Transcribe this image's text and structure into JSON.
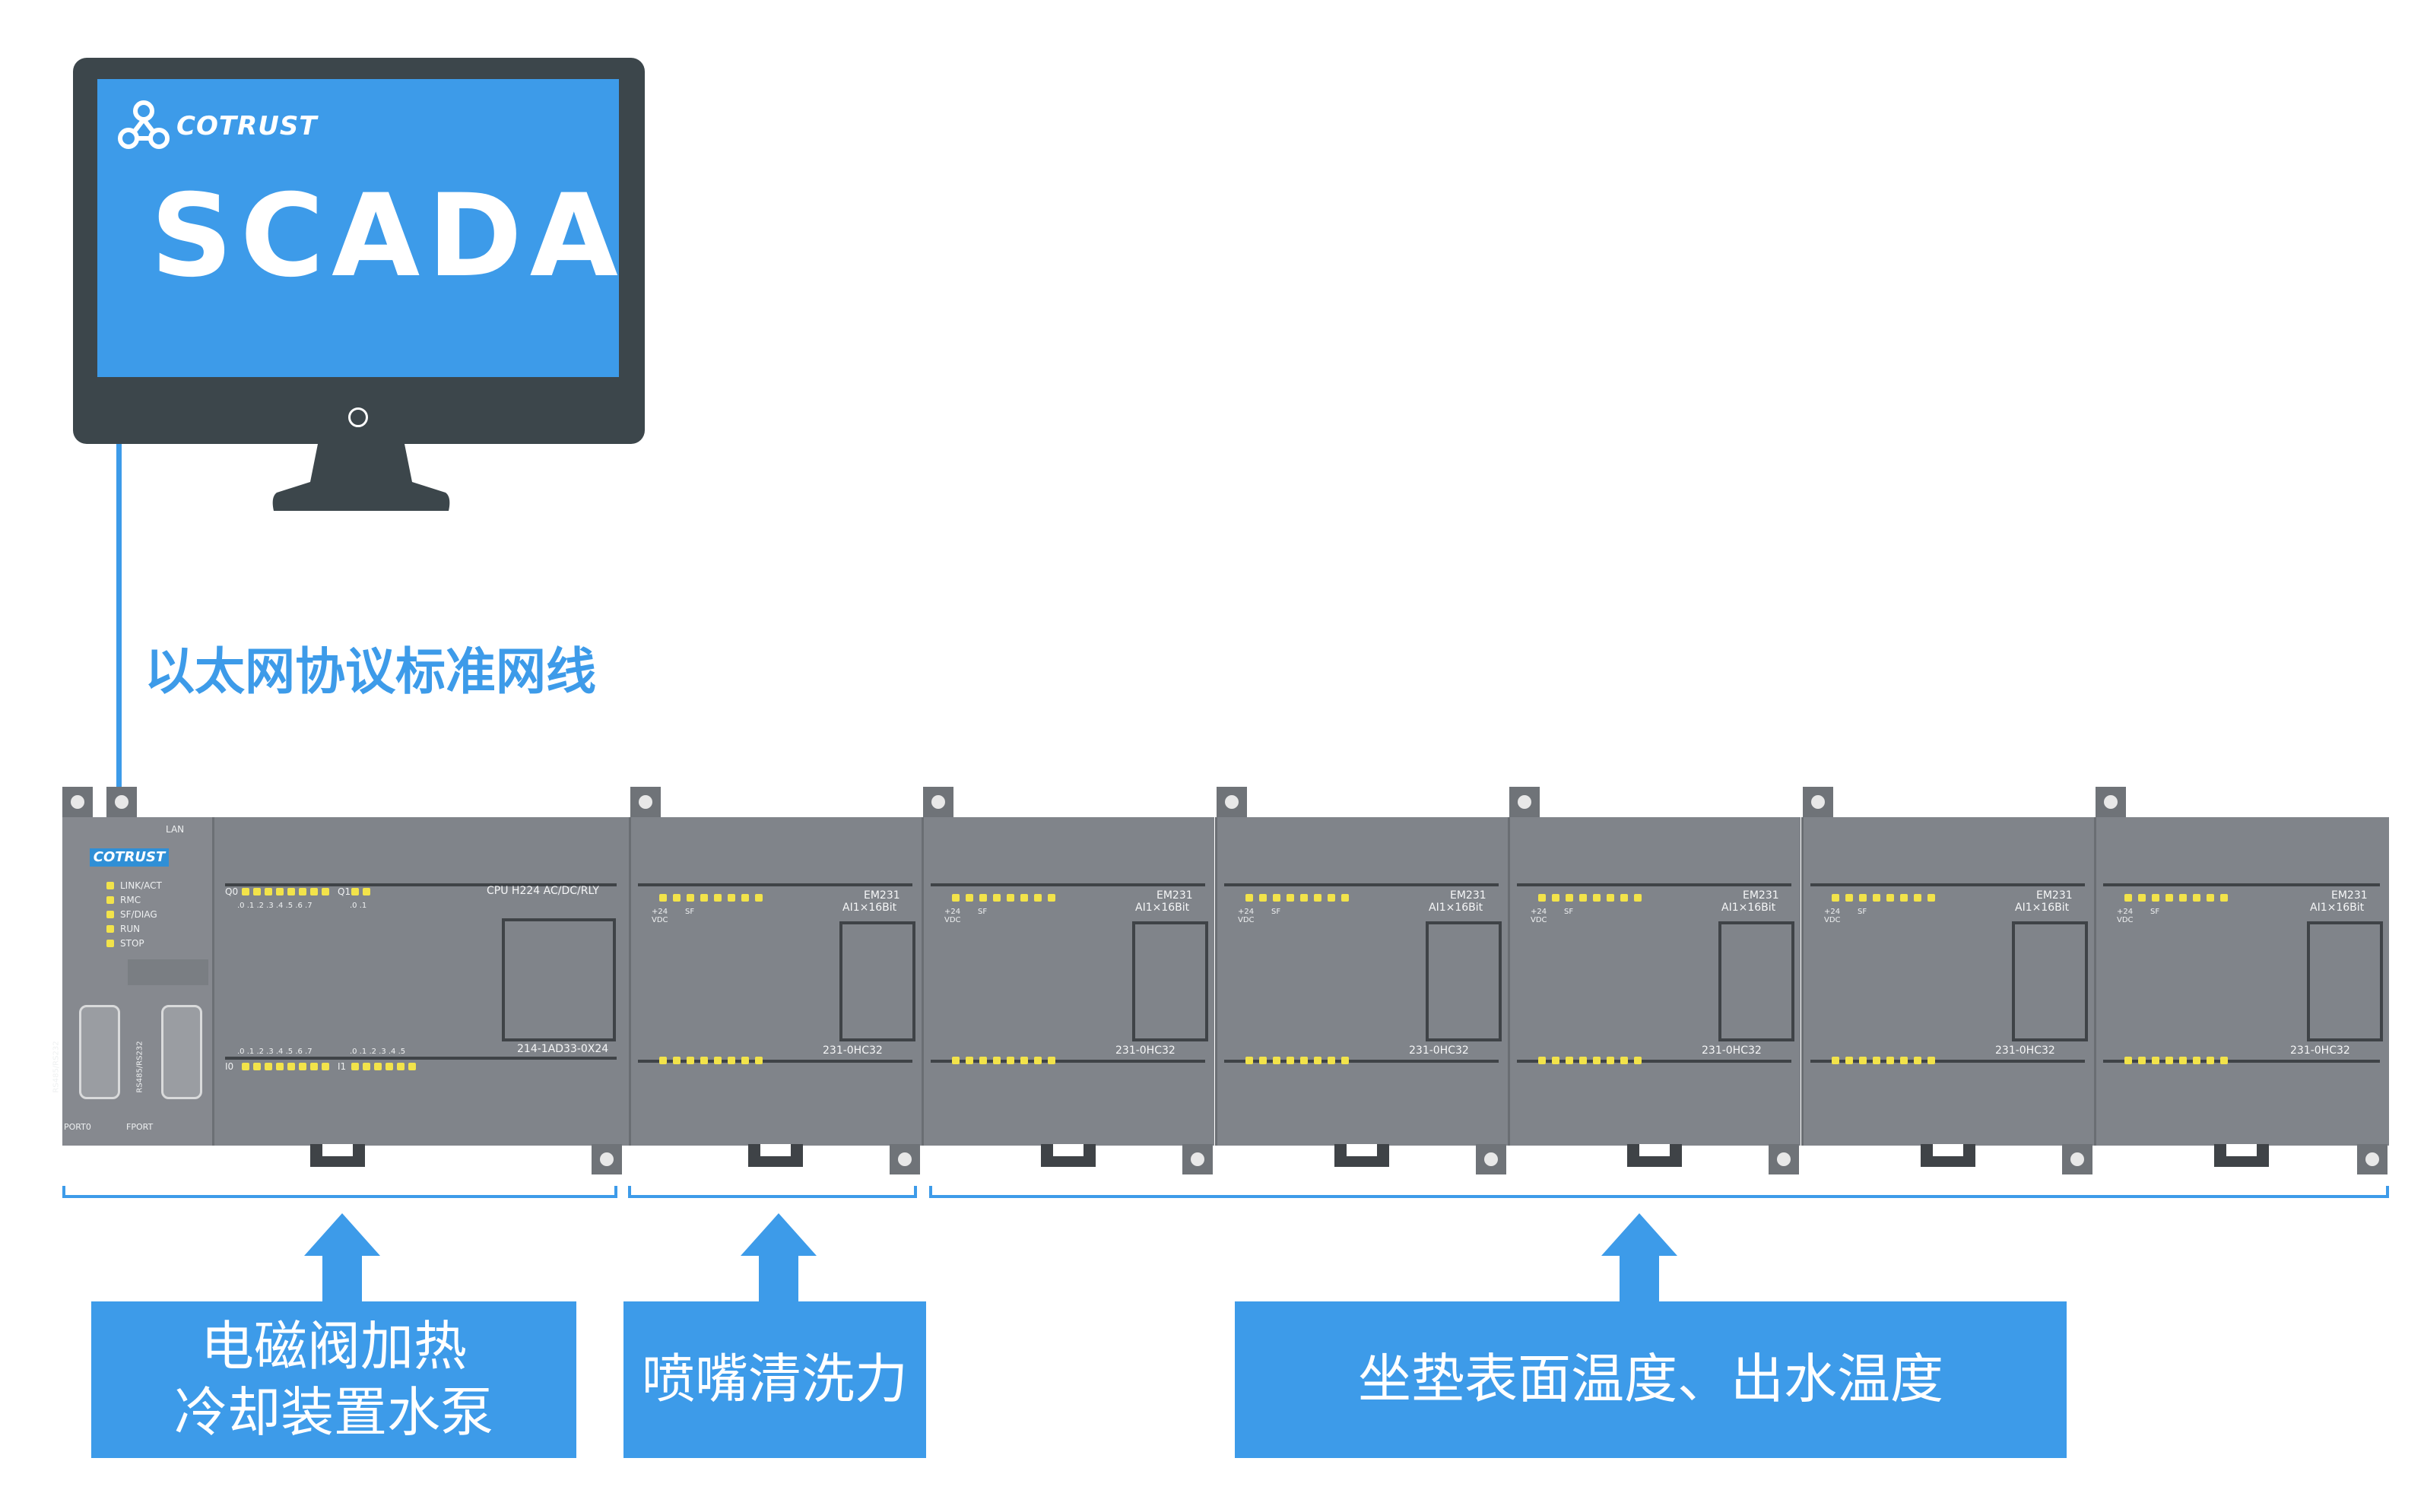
{
  "monitor": {
    "brand": "COTRUST",
    "screen_title": "SCADA"
  },
  "cable_label": "以太网协议标准网线",
  "plc": {
    "cpu": {
      "lan_label": "LAN",
      "brand": "COTRUST",
      "status_leds": [
        "LINK/ACT",
        "RMC",
        "SF/DIAG",
        "RUN",
        "STOP"
      ],
      "model": "CPU H224  AC/DC/RLY",
      "part_number": "214-1AD33-0X24",
      "port0": "PORT0",
      "fport": "FPORT",
      "port0_side": "RS485/RS232",
      "fport_side": "RS485/RS232",
      "q0": "Q0",
      "q1": "Q1",
      "i0": "I0",
      "i1": "I1",
      "top_digits": ".0  .1  .2  .3  .4  .5  .6  .7",
      "top_digits_q1": ".0  .1",
      "bottom_digits": ".0  .1  .2  .3  .4  .5  .6  .7",
      "bottom_digits_i1": ".0  .1  .2  .3  .4  .5"
    },
    "modules": [
      {
        "name": "EM231",
        "spec": "AI1×16Bit",
        "part": "231-0HC32",
        "vdc": "+24\nVDC",
        "sf": "SF"
      },
      {
        "name": "EM231",
        "spec": "AI1×16Bit",
        "part": "231-0HC32",
        "vdc": "+24\nVDC",
        "sf": "SF"
      },
      {
        "name": "EM231",
        "spec": "AI1×16Bit",
        "part": "231-0HC32",
        "vdc": "+24\nVDC",
        "sf": "SF"
      },
      {
        "name": "EM231",
        "spec": "AI1×16Bit",
        "part": "231-0HC32",
        "vdc": "+24\nVDC",
        "sf": "SF"
      },
      {
        "name": "EM231",
        "spec": "AI1×16Bit",
        "part": "231-0HC32",
        "vdc": "+24\nVDC",
        "sf": "SF"
      },
      {
        "name": "EM231",
        "spec": "AI1×16Bit",
        "part": "231-0HC32",
        "vdc": "+24\nVDC",
        "sf": "SF"
      }
    ]
  },
  "labels": {
    "group1": "电磁阀加热\n冷却装置水泵",
    "group2": "喷嘴清洗力",
    "group3": "坐垫表面温度、出水温度"
  },
  "colors": {
    "accent": "#3d9be9",
    "monitor_frame": "#3c464b",
    "plc_body": "#80848a",
    "led": "#f2e34a"
  }
}
